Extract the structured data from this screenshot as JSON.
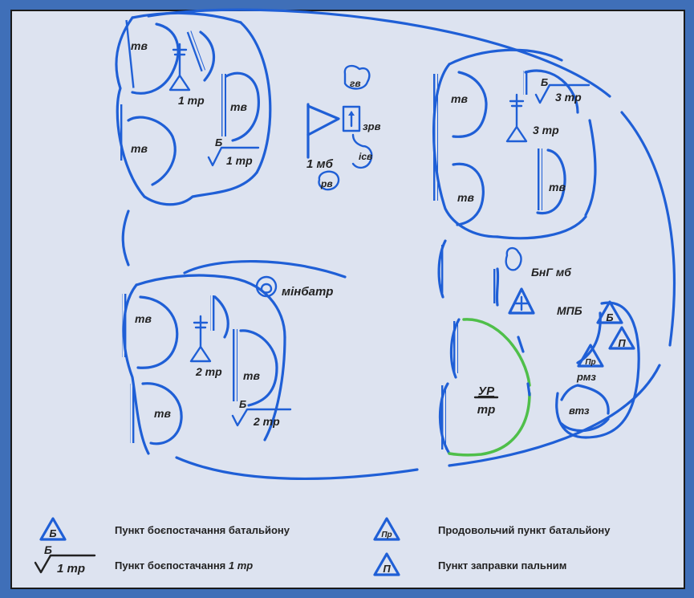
{
  "diagram": {
    "companies": {
      "tv": "тв",
      "post1": "1 тр",
      "post2": "2 тр",
      "post3": "3 тр",
      "supply_mark": "Б"
    },
    "hq": {
      "battalion": "1 мб",
      "zrv": "зрв",
      "gv": "гв",
      "isv": "ісв",
      "rv": "рв"
    },
    "minbatr": "мінбатр",
    "bng": "БнГ мб",
    "mpb": "МПБ",
    "ur_top": "УР",
    "ur_bottom": "тр",
    "rmz": "рмз",
    "vtz": "втз",
    "supply_b": "Б",
    "supply_p": "П",
    "supply_pr": "Пр"
  },
  "legend": {
    "item1_icon": "Б",
    "item1_text": "Пункт боєпостачання батальйону",
    "item2_icon_top": "Б",
    "item2_icon_bottom": "1 тр",
    "item2_text_a": "Пункт боєпостачання ",
    "item2_text_b": "1 тр",
    "item3_icon": "Пр",
    "item3_text": "Продовольчий пункт  батальйону",
    "item4_icon": "П",
    "item4_text": "Пункт заправки пальним"
  },
  "colors": {
    "symbol_blue": "#1f5fd6",
    "green_boundary": "#4fbf4a",
    "outer_background": "#3f6fb8"
  }
}
